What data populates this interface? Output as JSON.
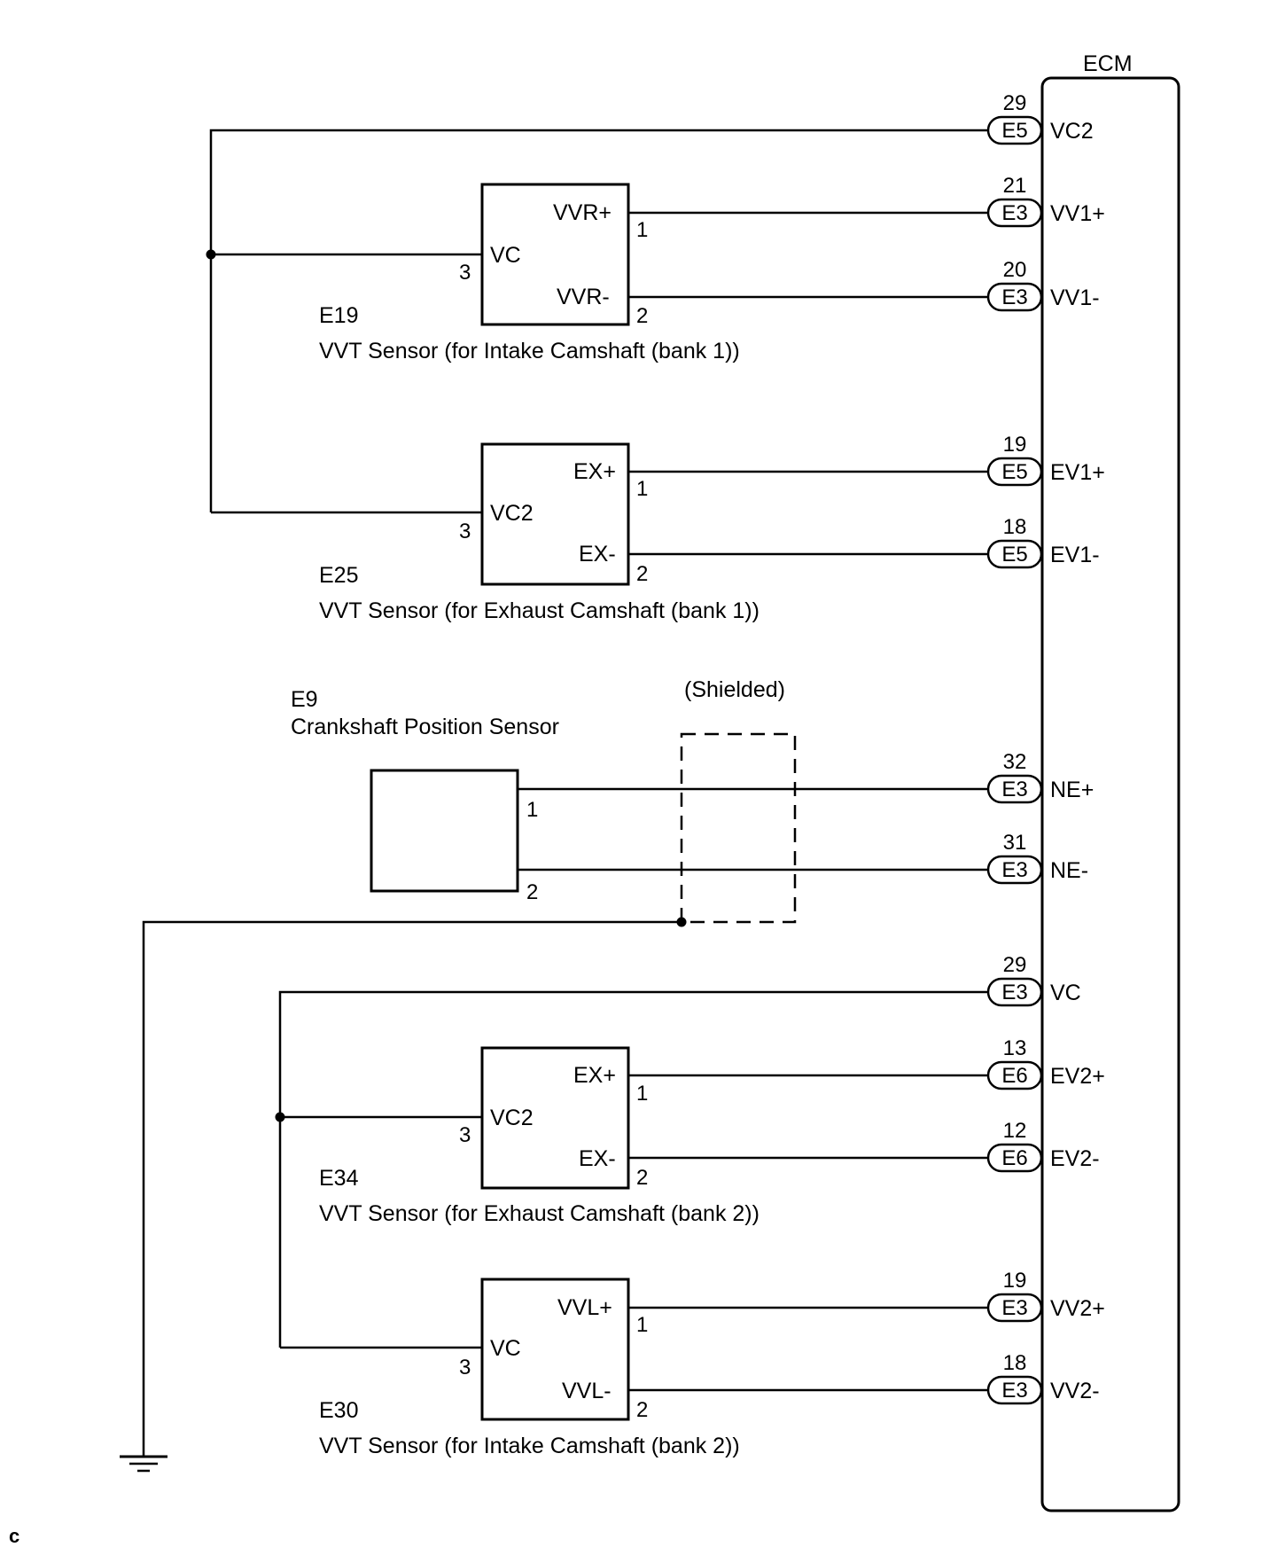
{
  "ecm": {
    "label": "ECM"
  },
  "ecm_terminals": [
    {
      "id": "vc2",
      "number": "29",
      "connector": "E5",
      "signal": "VC2"
    },
    {
      "id": "vv1p",
      "number": "21",
      "connector": "E3",
      "signal": "VV1+"
    },
    {
      "id": "vv1m",
      "number": "20",
      "connector": "E3",
      "signal": "VV1-"
    },
    {
      "id": "ev1p",
      "number": "19",
      "connector": "E5",
      "signal": "EV1+"
    },
    {
      "id": "ev1m",
      "number": "18",
      "connector": "E5",
      "signal": "EV1-"
    },
    {
      "id": "nep",
      "number": "32",
      "connector": "E3",
      "signal": "NE+"
    },
    {
      "id": "nem",
      "number": "31",
      "connector": "E3",
      "signal": "NE-"
    },
    {
      "id": "vc",
      "number": "29",
      "connector": "E3",
      "signal": "VC"
    },
    {
      "id": "ev2p",
      "number": "13",
      "connector": "E6",
      "signal": "EV2+"
    },
    {
      "id": "ev2m",
      "number": "12",
      "connector": "E6",
      "signal": "EV2-"
    },
    {
      "id": "vv2p",
      "number": "19",
      "connector": "E3",
      "signal": "VV2+"
    },
    {
      "id": "vv2m",
      "number": "18",
      "connector": "E3",
      "signal": "VV2-"
    }
  ],
  "sensors": [
    {
      "id": "e19",
      "code": "E19",
      "name": "VVT Sensor (for Intake Camshaft (bank 1))",
      "pin_plus": "VVR+",
      "pin_minus": "VVR-",
      "pin_supply": "VC",
      "pin1": "1",
      "pin2": "2",
      "pin3": "3"
    },
    {
      "id": "e25",
      "code": "E25",
      "name": "VVT Sensor (for Exhaust Camshaft (bank 1))",
      "pin_plus": "EX+",
      "pin_minus": "EX-",
      "pin_supply": "VC2",
      "pin1": "1",
      "pin2": "2",
      "pin3": "3"
    },
    {
      "id": "e34",
      "code": "E34",
      "name": "VVT Sensor (for Exhaust Camshaft (bank 2))",
      "pin_plus": "EX+",
      "pin_minus": "EX-",
      "pin_supply": "VC2",
      "pin1": "1",
      "pin2": "2",
      "pin3": "3"
    },
    {
      "id": "e30",
      "code": "E30",
      "name": "VVT Sensor (for Intake Camshaft (bank 2))",
      "pin_plus": "VVL+",
      "pin_minus": "VVL-",
      "pin_supply": "VC",
      "pin1": "1",
      "pin2": "2",
      "pin3": "3"
    }
  ],
  "crank_sensor": {
    "code": "E9",
    "name": "Crankshaft Position Sensor",
    "pin1": "1",
    "pin2": "2"
  },
  "shield": {
    "label": "(Shielded)"
  },
  "corner_mark": "c"
}
